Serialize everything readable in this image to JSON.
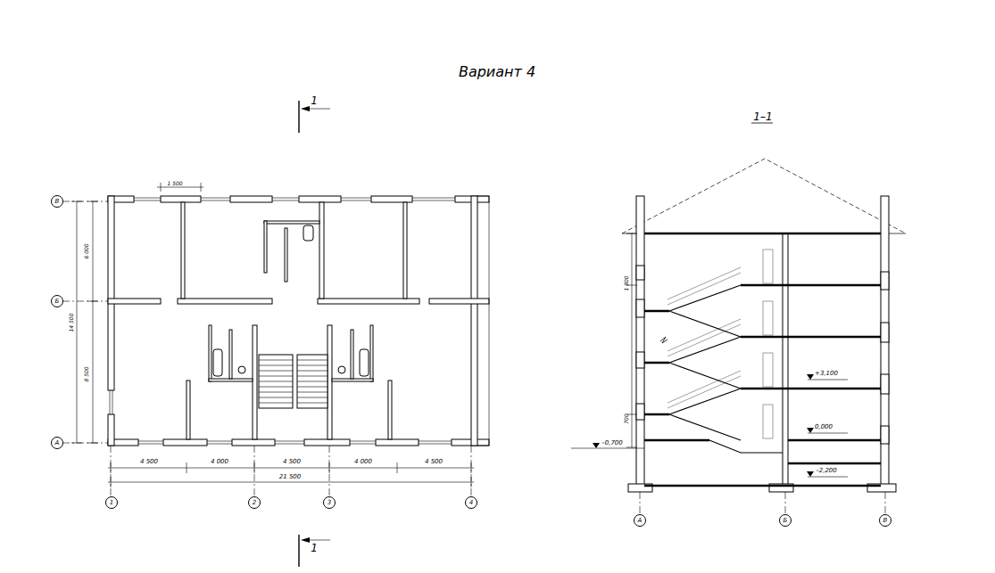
{
  "diagram": {
    "title": "Вариант 4",
    "nodes": [
      {
        "text": [
          "В"
        ]
      },
      {
        "text": [
          "Б"
        ]
      },
      {
        "text": [
          "А"
        ]
      },
      {
        "text": [
          "1"
        ]
      },
      {
        "text": [
          "2"
        ]
      },
      {
        "text": [
          "3"
        ]
      },
      {
        "text": [
          "4"
        ]
      },
      {
        "text": [
          "А"
        ]
      },
      {
        "text": [
          "Б"
        ]
      },
      {
        "text": [
          "В"
        ]
      }
    ],
    "labels": [
      "1",
      "1–1",
      "1 500",
      "6 000",
      "8 500",
      "14 500",
      "4 500",
      "4 000",
      "4 500",
      "4 000",
      "4 500",
      "21 500",
      "1",
      "1 800",
      "700",
      "–0,700",
      "+3,100",
      "0,000",
      "–2,200"
    ]
  }
}
